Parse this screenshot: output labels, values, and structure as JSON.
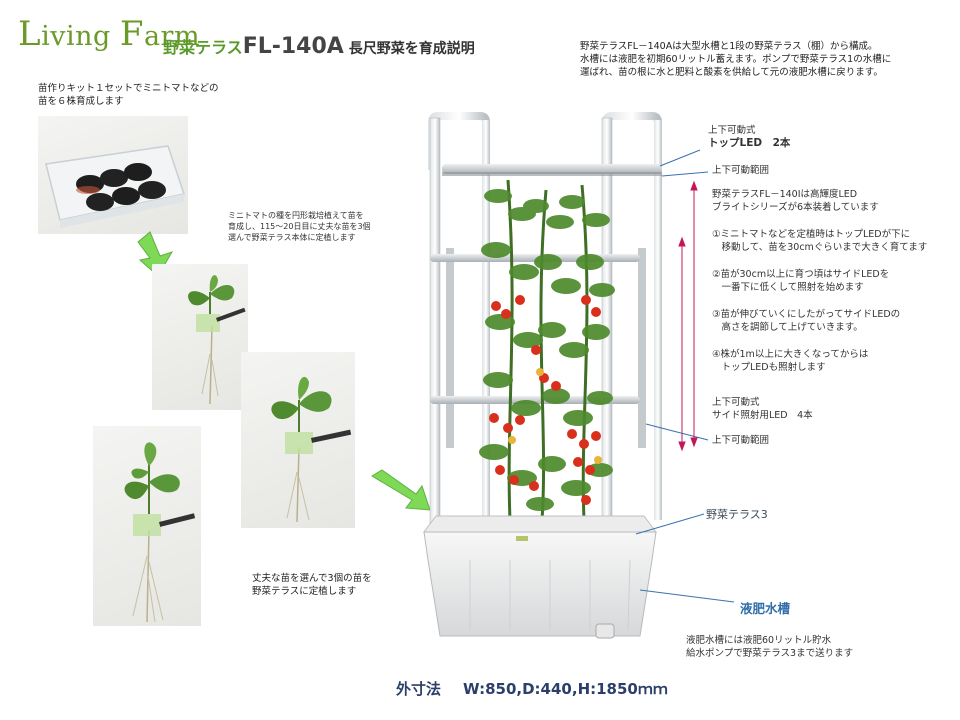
{
  "logo": {
    "l": "L",
    "ving": "iving ",
    "f": "F",
    "arm": "arm"
  },
  "title": {
    "prefix": "野菜テラス",
    "model": "FL-140A",
    "suffix": " 長尺野菜を育成説明"
  },
  "top_description": [
    "野菜テラスFL－140Aは大型水槽と1段の野菜テラス（棚）から構成。",
    "水槽には液肥を初期60リットル蓄えます。ポンプで野菜テラス1の水槽に",
    "運ばれ、苗の根に水と肥料と酸素を供給して元の液肥水槽に戻ります。"
  ],
  "seedling_kit_note": [
    "苗作りキット１セットでミニトマトなどの",
    "苗を６株育成します"
  ],
  "transplant_note": [
    "ミニトマトの種を円形栽培植えて苗を",
    "育成し、115～20日目に丈夫な苗を3個",
    "選んで野菜テラス本体に定植します"
  ],
  "planting_note": [
    "丈夫な苗を選んで3個の苗を",
    "野菜テラスに定植します"
  ],
  "top_led": {
    "line1": "上下可動式",
    "line2": "トップLED　2本"
  },
  "move_range_label_top": "上下可動範囲",
  "led_description": [
    "野菜テラスFL－140Iは高輝度LED",
    "ブライトシリーズが6本装着しています"
  ],
  "steps": [
    [
      "①ミニトマトなどを定植時はトップLEDが下に",
      "　移動して、苗を30cmぐらいまで大きく育てます"
    ],
    [
      "②苗が30cm以上に育つ頃はサイドLEDを",
      "　一番下に低くして照射を始めます"
    ],
    [
      "③苗が伸びていくにしたがってサイドLEDの",
      "　高さを調節して上げていきます。"
    ],
    [
      "④株が1m以上に大きくなってからは",
      "　トップLEDも照射します"
    ]
  ],
  "side_led": {
    "line1": "上下可動式",
    "line2": "サイド照射用LED　4本"
  },
  "move_range_label_side": "上下可動範囲",
  "terrace_label": "野菜テラス3",
  "tank_label": "液肥水槽",
  "tank_note": [
    "液肥水槽には液肥60リットル貯水",
    "給水ポンプで野菜テラス3まで送ります"
  ],
  "dimensions": {
    "label": "外寸法",
    "value": "W:850,D:440,H:1850ｍｍ"
  },
  "colors": {
    "green": "#5a9a2a",
    "blue": "#2f6ea8",
    "arrow_green": "#7ed957",
    "range_pink": "#c2185b"
  }
}
